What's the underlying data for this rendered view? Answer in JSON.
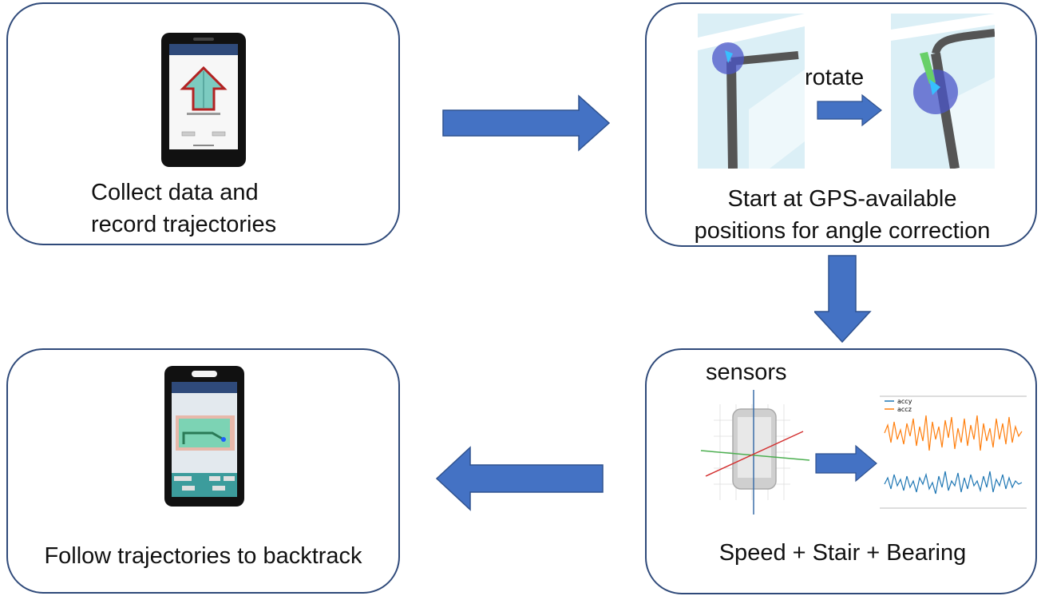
{
  "steps": {
    "collect": {
      "caption_line1": "Collect data and",
      "caption_line2": "record trajectories"
    },
    "calibrate": {
      "caption_line1": "Start at GPS-available",
      "caption_line2": "positions for angle correction",
      "rotate_label": "rotate"
    },
    "sense": {
      "sensors_label": "sensors",
      "caption": "Speed + Stair + Bearing",
      "legend": [
        "accy",
        "accz"
      ]
    },
    "backtrack": {
      "caption": "Follow trajectories to backtrack"
    }
  },
  "colors": {
    "arrow": "#4472c4",
    "arrow_stroke": "#2f528f",
    "box_border": "#2f4a7a",
    "accy": "#1f77b4",
    "accz": "#ff7f0e"
  },
  "icons": [
    "phone-icon",
    "map-rotate-illustration",
    "axis-phone-illustration",
    "signal-chart",
    "flow-arrow"
  ]
}
